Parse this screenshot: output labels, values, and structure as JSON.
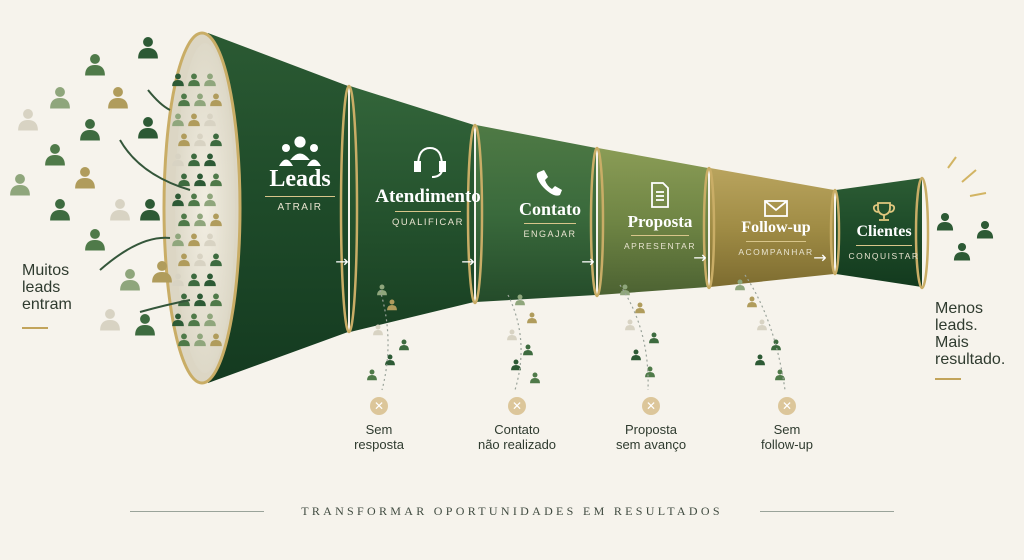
{
  "left_note": [
    "Muitos",
    "leads",
    "entram"
  ],
  "right_note": [
    "Menos",
    "leads.",
    "Mais",
    "resultado."
  ],
  "stages": [
    {
      "title": "Leads",
      "subtitle": "ATRAIR",
      "icon": "people-icon"
    },
    {
      "title": "Atendimento",
      "subtitle": "QUALIFICAR",
      "icon": "headset-icon"
    },
    {
      "title": "Contato",
      "subtitle": "ENGAJAR",
      "icon": "phone-icon"
    },
    {
      "title": "Proposta",
      "subtitle": "APRESENTAR",
      "icon": "document-icon"
    },
    {
      "title": "Follow-up",
      "subtitle": "ACOMPANHAR",
      "icon": "envelope-icon"
    },
    {
      "title": "Clientes",
      "subtitle": "CONQUISTAR",
      "icon": "trophy-icon"
    }
  ],
  "drop_offs": [
    {
      "lines": [
        "Sem",
        "resposta"
      ],
      "icon": "x-icon"
    },
    {
      "lines": [
        "Contato",
        "não realizado"
      ],
      "icon": "x-icon"
    },
    {
      "lines": [
        "Proposta",
        "sem avanço"
      ],
      "icon": "x-icon"
    },
    {
      "lines": [
        "Sem",
        "follow-up"
      ],
      "icon": "x-icon"
    }
  ],
  "footer": "TRANSFORMAR OPORTUNIDADES EM RESULTADOS",
  "colors": {
    "background": "#f6f3ec",
    "dark_green": "#1f4a2b",
    "mid_green": "#2e5f33",
    "olive": "#6e7f3c",
    "gold": "#a89248",
    "accent_gold": "#c2a45b"
  }
}
